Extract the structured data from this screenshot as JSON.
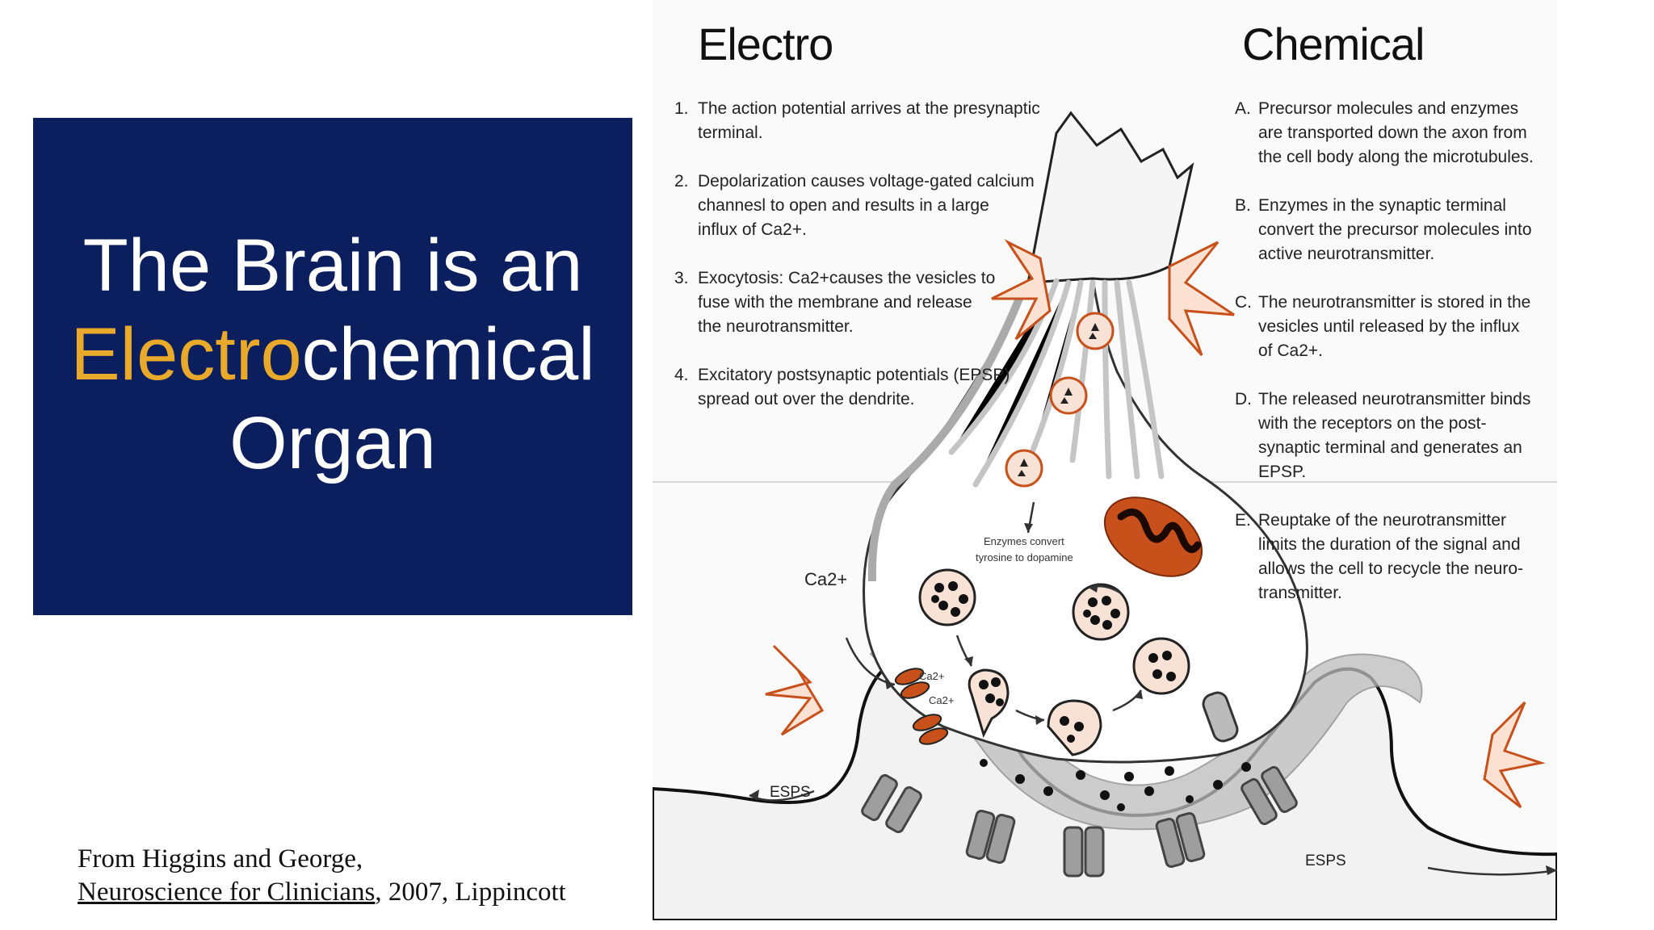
{
  "slide": {
    "title_line1": "The Brain is an",
    "title_accent": "Electro",
    "title_line2_rest": "chemical",
    "title_line3": "Organ",
    "citation_line1": "From Higgins and George,",
    "citation_book": "Neuroscience for Clinicians",
    "citation_rest": ", 2007, Lippincott"
  },
  "figure": {
    "electro_heading": "Electro",
    "chemical_heading": "Chemical",
    "electro_steps": [
      {
        "num": "1.",
        "lines": [
          "The action potential arrives at the presynaptic",
          "terminal."
        ]
      },
      {
        "num": "2.",
        "lines": [
          "Depolarization causes voltage-gated calcium",
          "channesl to open and results in a large",
          "influx of Ca2+."
        ]
      },
      {
        "num": "3.",
        "lines": [
          "Exocytosis: Ca2+causes the vesicles to",
          "fuse with the membrane and release",
          "the  neurotransmitter."
        ]
      },
      {
        "num": "4.",
        "lines": [
          "Excitatory postsynaptic potentials (EPSP)",
          "spread out over the dendrite."
        ]
      }
    ],
    "chemical_steps": [
      {
        "num": "A.",
        "lines": [
          "Precursor molecules and enzymes",
          "are transported down the axon from",
          "the cell body along the microtubules."
        ]
      },
      {
        "num": "B.",
        "lines": [
          "Enzymes in the synaptic terminal",
          "convert the precursor molecules into",
          "active neurotransmitter."
        ]
      },
      {
        "num": "C.",
        "lines": [
          "The neurotransmitter is stored in the",
          "vesicles until released by the influx",
          "of Ca2+."
        ]
      },
      {
        "num": "D.",
        "lines": [
          "The released neurotransmitter binds",
          "with the receptors on the post-",
          "synaptic terminal and generates an",
          "EPSP."
        ]
      },
      {
        "num": "E.",
        "lines": [
          "Reuptake of the neurotransmitter",
          "limits the duration of the signal and",
          "allows the cell to recycle the neuro-",
          "transmitter."
        ]
      }
    ],
    "labels": {
      "enzymes_line1": "Enzymes convert",
      "enzymes_line2": "tyrosine to dopamine",
      "ca_ion": "Ca2+",
      "ca_small_1": "Ca2+",
      "ca_small_2": "Ca2+",
      "esps_left": "ESPS",
      "esps_right": "ESPS"
    },
    "colors": {
      "accent_orange": "#c8501a",
      "title_panel": "#0b1f5e",
      "title_accent": "#e9a92b"
    }
  }
}
